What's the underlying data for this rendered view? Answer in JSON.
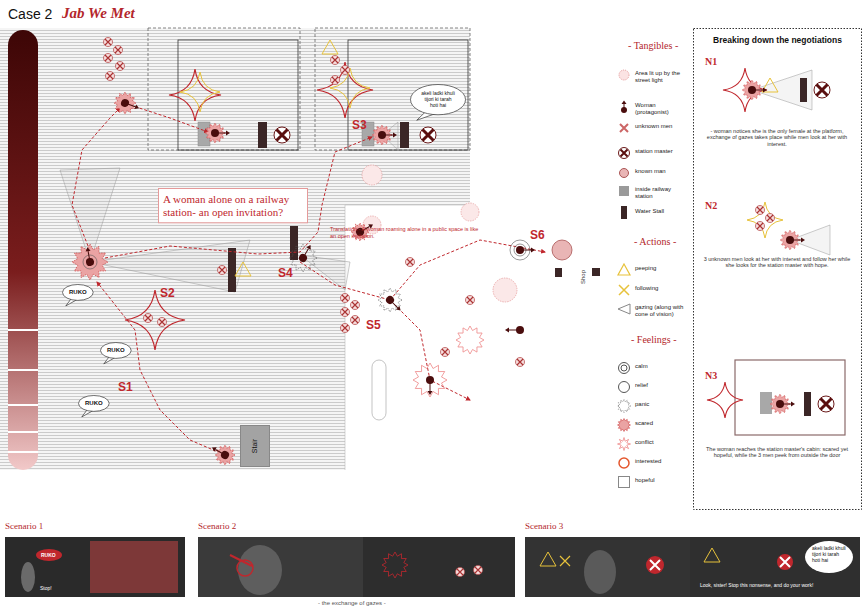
{
  "diagram": {
    "title": "Case 2",
    "nodes": [
      {
        "text": [
          "A woman alone on a railway station- an open invitation?"
        ]
      },
      {
        "text": [
          "akeli ladki khuli tijori ki tarah hoti hai"
        ]
      },
      {
        "text": [
          "RUKO"
        ]
      },
      {
        "text": [
          "RUKO"
        ]
      },
      {
        "text": [
          "RUKO"
        ]
      },
      {
        "text": [
          "Stair"
        ]
      },
      {
        "text": [
          "Breaking down the negotiations",
          "N1",
          "- woman notices she is the only female at the platform, exchange of gazes takes place while men look at her with interest.",
          "N2",
          "3 unknown men look at her with interest and follow her while she looks for the station master with hope.",
          "N3",
          "The woman reaches the station master's cabin: scared yet hopeful, while the 3 men peek from outside the door"
        ]
      }
    ],
    "labels": [
      "Jab We Met",
      "S1",
      "S2",
      "S3",
      "S4",
      "S5",
      "S6",
      "Translation - A woman roaming alone in a public space is like an open invitation.",
      "Shop",
      "- Tangibles -",
      "- Actions -",
      "- Feelings -",
      "Scenario 1",
      "Scenario 2",
      "Scenario 3",
      "RUKO",
      "Stop!",
      "- the exchange of gazes -",
      "akeli ladki khuli tijori ki tarah hoti hai",
      "Look, sister! Stop this nonsense, and do your work!"
    ],
    "legend": [
      {
        "text": "Area lit up by the street light"
      },
      {
        "text": "Woman (protagonist)"
      },
      {
        "text": "unknown men"
      },
      {
        "text": "station master"
      },
      {
        "text": "known man"
      },
      {
        "text": "inside railway station",
        "color": "#9a9a9a"
      },
      {
        "text": "Water Stall",
        "color": "#3b2626"
      },
      {
        "text": "peeping"
      },
      {
        "text": "following"
      },
      {
        "text": "gazing (along with cone of vision)"
      },
      {
        "text": "calm"
      },
      {
        "text": "relief"
      },
      {
        "text": "panic"
      },
      {
        "text": "scared"
      },
      {
        "text": "conflict"
      },
      {
        "text": "interested"
      },
      {
        "text": "hopeful"
      }
    ]
  }
}
